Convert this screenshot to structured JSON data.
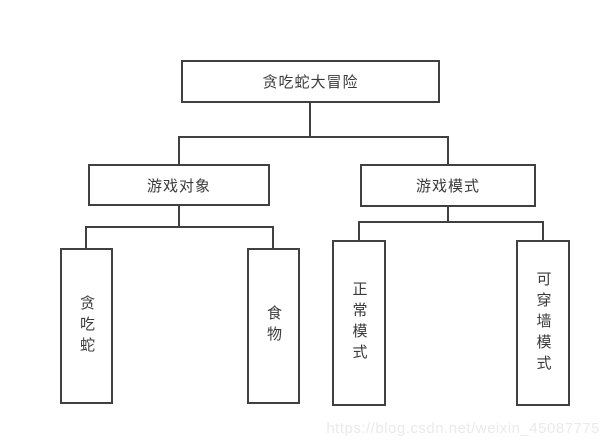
{
  "diagram": {
    "type": "tree",
    "colors": {
      "box_border": "#404040",
      "box_fill": "#ffffff",
      "text": "#3a3a3a",
      "connector": "#404040",
      "watermark_text": "#eaeaea",
      "background": "#ffffff"
    },
    "root": {
      "label": "贪吃蛇大冒险",
      "children": [
        {
          "label": "游戏对象",
          "children": [
            {
              "label": "贪吃蛇"
            },
            {
              "label": "食物"
            }
          ]
        },
        {
          "label": "游戏模式",
          "children": [
            {
              "label": "正常模式"
            },
            {
              "label": "可穿墙模式"
            }
          ]
        }
      ]
    }
  },
  "watermark": {
    "text": "https://blog.csdn.net/weixin_45087775"
  }
}
